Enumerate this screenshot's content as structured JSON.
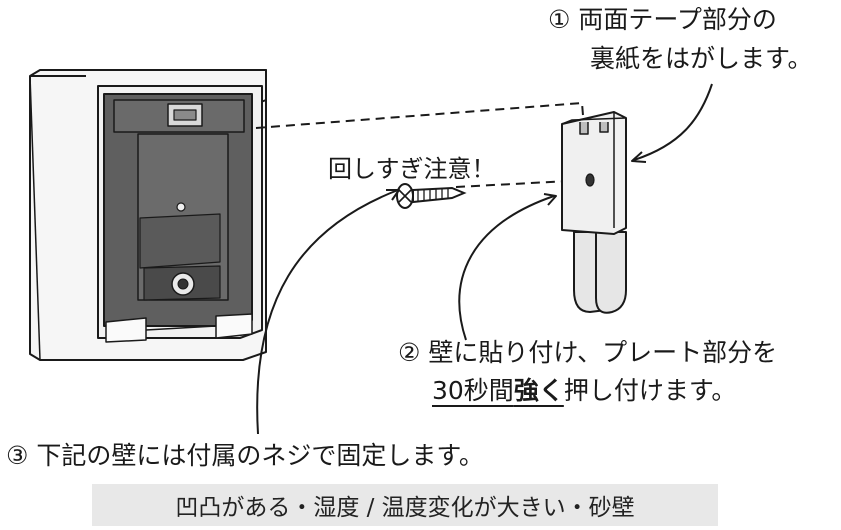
{
  "instructions": {
    "step1_line1": "① 両面テープ部分の",
    "step1_line2": "裏紙をはがします。",
    "warning": "回しすぎ注意！",
    "step2_line1": "② 壁に貼り付け、プレート部分を",
    "step2_line2_underlined": "30秒間",
    "step2_line2_bold": "強く",
    "step2_line2_rest": "押し付けます。",
    "step3": "③ 下記の壁には付属のネジで固定します。",
    "wall_conditions": "凹凸がある・湿度 / 温度変化が大きい・砂壁"
  },
  "colors": {
    "device_body": "#f4f4f4",
    "device_panel": "#5a5a5a",
    "plate": "#f2f2f2",
    "line": "#1a1a1a",
    "condition_box": "#e8e8e8"
  },
  "icons": [
    "device-illustration",
    "screw-icon",
    "mounting-plate-illustration",
    "arrow-icon"
  ]
}
